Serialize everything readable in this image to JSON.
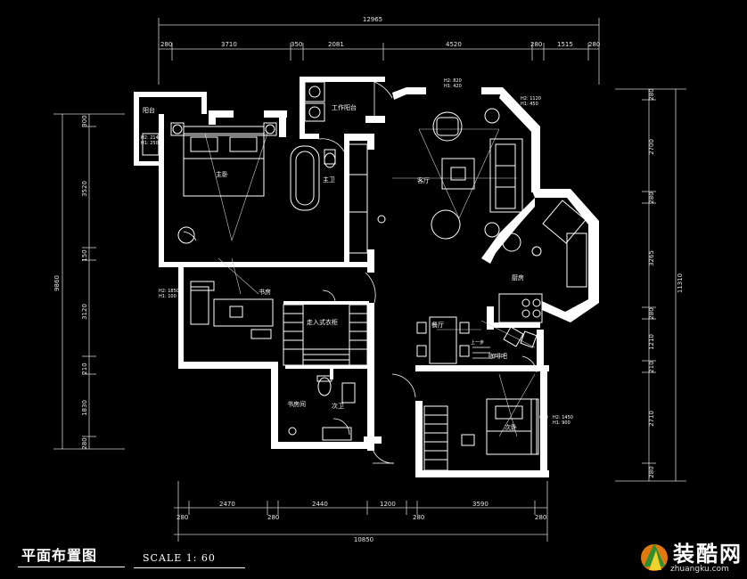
{
  "title": "平面布置图",
  "scale": "SCALE 1: 60",
  "watermark": {
    "name": "装酷网",
    "url": "zhuangku.com"
  },
  "dims": {
    "top_total": "12965",
    "top": [
      "280",
      "3710",
      "350",
      "2081",
      "4520",
      "280",
      "1515",
      "280"
    ],
    "bottom_total": "10850",
    "bottom": [
      "280",
      "2470",
      "280",
      "2440",
      "1200",
      "280",
      "3590",
      "280"
    ],
    "left_total": "9860",
    "left": [
      "300",
      "3520",
      "150",
      "3120",
      "210",
      "1830",
      "280"
    ],
    "right_total": "11310",
    "right": [
      "280",
      "2700",
      "280",
      "3265",
      "280",
      "1210",
      "210",
      "2710",
      "280"
    ]
  },
  "rooms": {
    "balcony": "阳台",
    "master_bedroom": "主卧",
    "master_bath": "主卫",
    "work_balcony": "工作阳台",
    "living_room": "客厅",
    "kitchen": "厨房",
    "study": "书房",
    "walk_in_closet": "走入式衣柜",
    "dining": "餐厅",
    "study_room": "书房间",
    "guest_bath": "次卫",
    "second_bedroom": "次卧",
    "bar_counter": "咖啡吧",
    "step": "上一步"
  },
  "notes": {
    "a": [
      "H2: 2140",
      "H1: 250"
    ],
    "b": [
      "H2: 1850",
      "H1: 100"
    ],
    "c": [
      "H2: 1120",
      "H1: 450"
    ],
    "d": [
      "H2: 1450",
      "H1: 900"
    ],
    "e": [
      "H2: 820",
      "H1: 420"
    ]
  }
}
